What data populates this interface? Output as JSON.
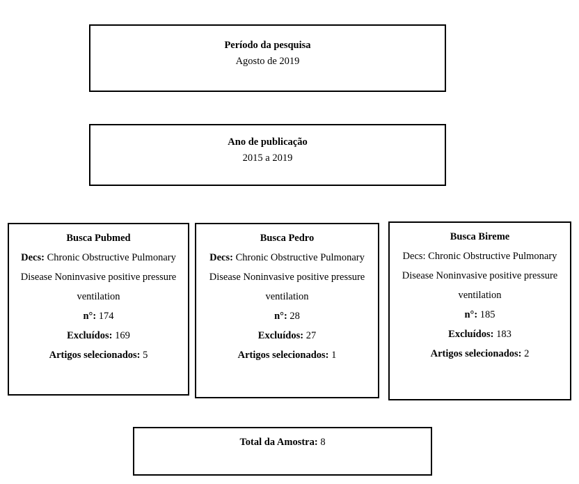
{
  "periodo": {
    "title": "Período da pesquisa",
    "value": "Agosto de 2019"
  },
  "ano": {
    "title": "Ano de publicação",
    "value": "2015 a 2019"
  },
  "pubmed": {
    "title": "Busca Pubmed",
    "decs_label": "Decs:",
    "decs_line1": "Chronic Obstructive Pulmonary",
    "decs_line2": "Disease Noninvasive positive pressure",
    "decs_line3": "ventilation",
    "n_label": "n°:",
    "n_value": "174",
    "excluidos_label": "Excluídos:",
    "excluidos_value": "169",
    "artigos_label": "Artigos selecionados:",
    "artigos_value": "5"
  },
  "pedro": {
    "title": "Busca Pedro",
    "decs_label": "Decs:",
    "decs_line1": "Chronic Obstructive Pulmonary",
    "decs_line2": "Disease Noninvasive positive pressure",
    "decs_line3": "ventilation",
    "n_label": "n°:",
    "n_value": "28",
    "excluidos_label": "Excluídos:",
    "excluidos_value": "27",
    "artigos_label": "Artigos selecionados:",
    "artigos_value": "1"
  },
  "bireme": {
    "title": "Busca Bireme",
    "decs_line1": "Decs: Chronic Obstructive Pulmonary",
    "decs_line2": "Disease Noninvasive positive pressure",
    "decs_line3": "ventilation",
    "n_label": "n°:",
    "n_value": "185",
    "excluidos_label": "Excluídos:",
    "excluidos_value": "183",
    "artigos_label": "Artigos selecionados:",
    "artigos_value": "2"
  },
  "total": {
    "label": "Total da Amostra:",
    "value": "8"
  }
}
